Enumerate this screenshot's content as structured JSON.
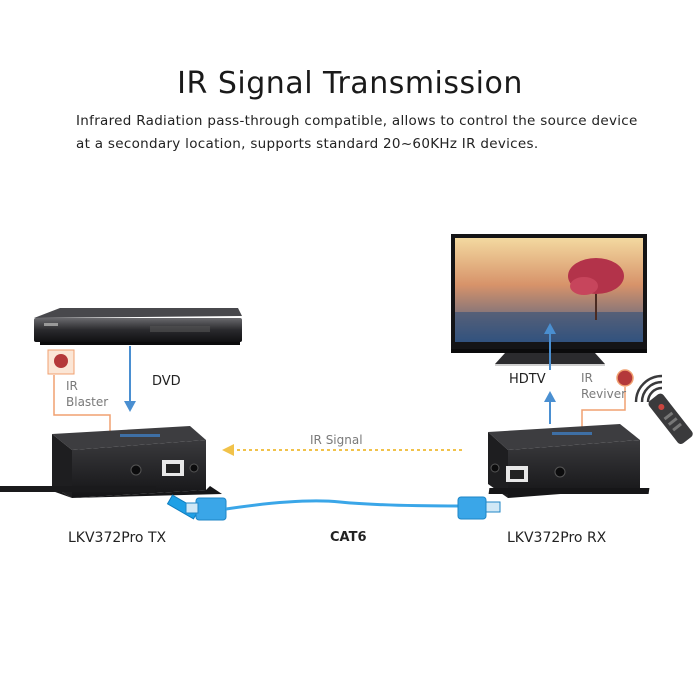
{
  "header": {
    "title": "IR Signal Transmission",
    "description_line1": "Infrared Radiation pass-through compatible, allows to control the source device",
    "description_line2": "at a secondary location, supports standard 20~60KHz IR devices."
  },
  "labels": {
    "dvd": "DVD",
    "hdtv": "HDTV",
    "ir_blaster_line1": "IR",
    "ir_blaster_line2": "Blaster",
    "ir_reviver_line1": "IR",
    "ir_reviver_line2": "Reviver",
    "ir_signal": "IR Signal",
    "tx": "LKV372Pro TX",
    "rx": "LKV372Pro RX",
    "cable": "CAT6"
  },
  "colors": {
    "arrow_blue": "#4a8fd1",
    "ir_signal_yellow": "#f1c24a",
    "connector_orange": "#f0a070",
    "cable_blue": "#3aa6e8",
    "ir_dot_red": "#b4393a"
  },
  "icons": [
    "dvd-player-icon",
    "hdtv-icon",
    "extender-tx-icon",
    "extender-rx-icon",
    "remote-control-icon",
    "ir-blaster-icon",
    "ir-receiver-icon",
    "cat6-cable-icon"
  ]
}
